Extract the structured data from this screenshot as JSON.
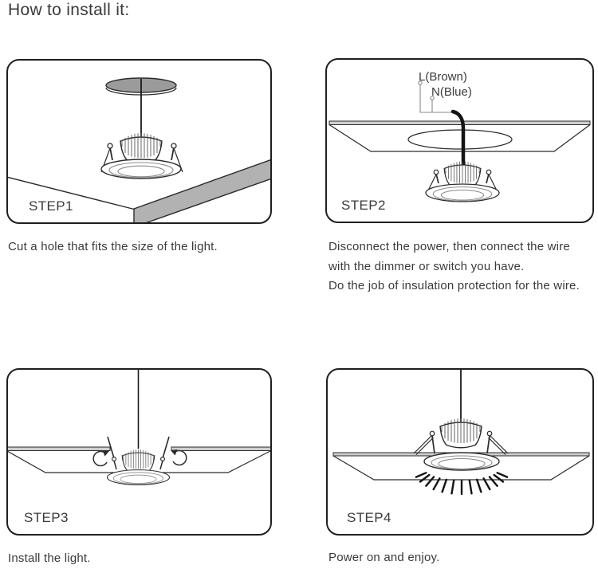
{
  "page": {
    "title": "How to install it:"
  },
  "steps": [
    {
      "label": "STEP1",
      "caption_lines": [
        "Cut a hole that fits the size of the light."
      ]
    },
    {
      "label": "STEP2",
      "caption_lines": [
        "Disconnect the power, then connect the wire",
        "with the dimmer or switch you have.",
        "Do the job of insulation protection for the wire."
      ]
    },
    {
      "label": "STEP3",
      "caption_lines": [
        "Install the light."
      ]
    },
    {
      "label": "STEP4",
      "caption_lines": [
        "Power on and enjoy."
      ]
    }
  ],
  "wiring": {
    "live_label": "L(Brown)",
    "neutral_label": "N(Blue)"
  },
  "colors": {
    "outline": "#2b2b2b",
    "panel_border": "#1f1f1f",
    "text": "#3a3a3a",
    "disc_fill": "#9b9b9b",
    "plank_fill": "#b2b2b2",
    "ceiling_fill": "#cfcfcf",
    "wire_black": "#141414"
  }
}
